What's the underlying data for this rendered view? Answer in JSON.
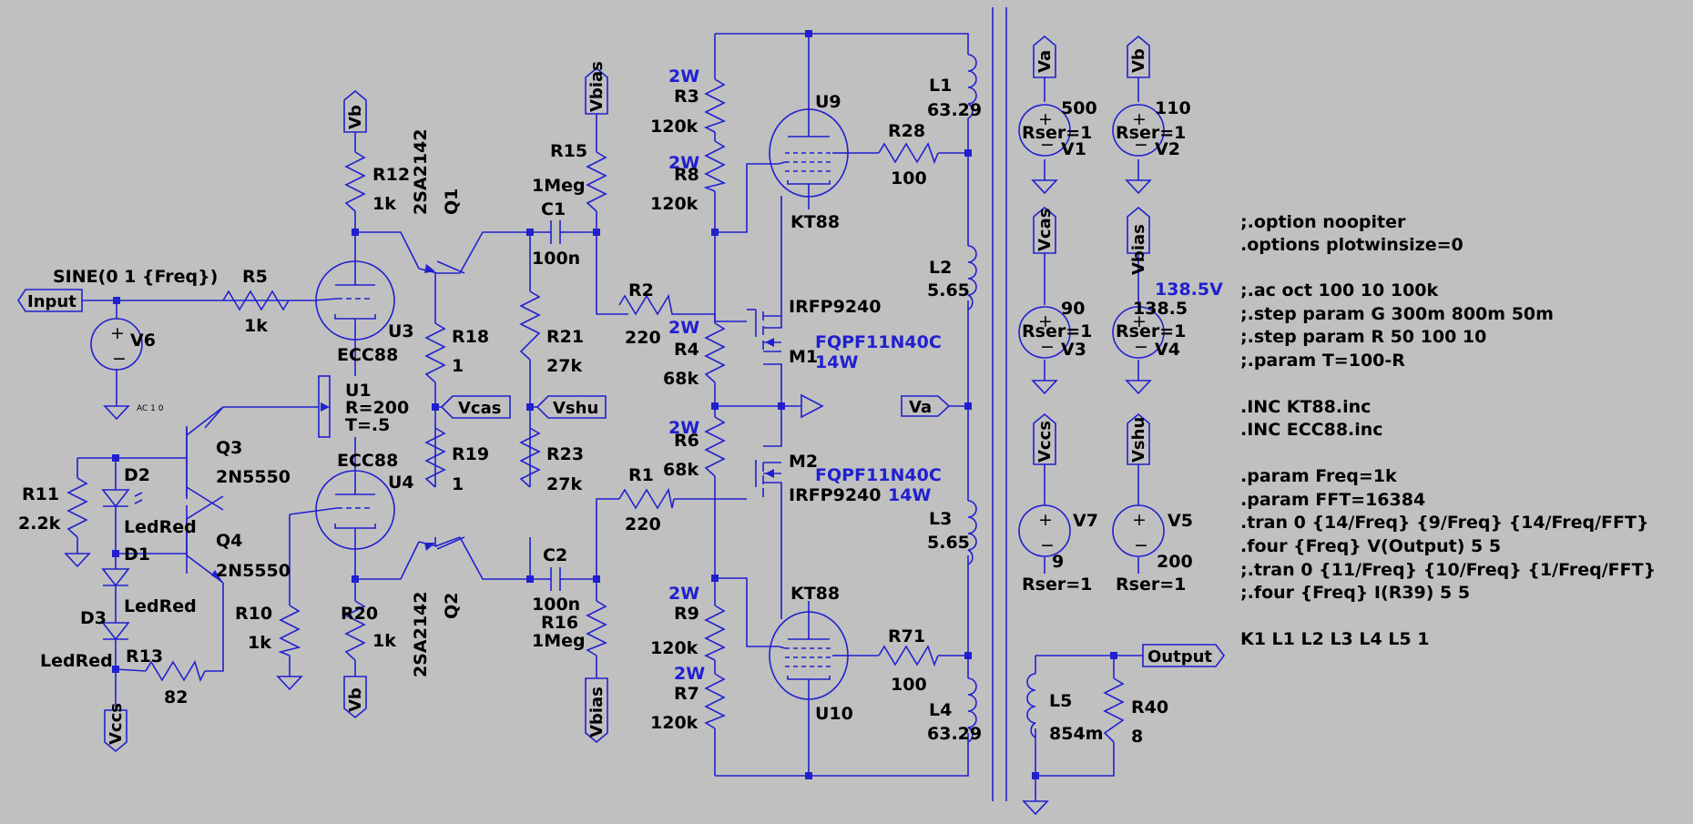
{
  "components": {
    "r12": {
      "name": "R12",
      "value": "1k"
    },
    "r5": {
      "name": "R5",
      "value": "1k"
    },
    "r11": {
      "name": "R11",
      "value": "2.2k"
    },
    "r13": {
      "name": "R13",
      "value": "82"
    },
    "r10": {
      "name": "R10",
      "value": "1k"
    },
    "r20": {
      "name": "R20",
      "value": "1k"
    },
    "r18": {
      "name": "R18",
      "value": "1"
    },
    "r19": {
      "name": "R19",
      "value": "1"
    },
    "r15": {
      "name": "R15",
      "value": "1Meg"
    },
    "r16": {
      "name": "R16",
      "value": "1Meg"
    },
    "r21": {
      "name": "R21",
      "value": "27k"
    },
    "r23": {
      "name": "R23",
      "value": "27k"
    },
    "r2": {
      "name": "R2",
      "value": "220"
    },
    "r1": {
      "name": "R1",
      "value": "220"
    },
    "r3": {
      "name": "R3",
      "value": "120k",
      "power": "2W"
    },
    "r8": {
      "name": "R8",
      "value": "120k",
      "power": "2W"
    },
    "r4": {
      "name": "R4",
      "value": "68k",
      "power": "2W"
    },
    "r6": {
      "name": "R6",
      "value": "68k",
      "power": "2W"
    },
    "r9": {
      "name": "R9",
      "value": "120k",
      "power": "2W"
    },
    "r7": {
      "name": "R7",
      "value": "120k",
      "power": "2W"
    },
    "r28": {
      "name": "R28",
      "value": "100"
    },
    "r71": {
      "name": "R71",
      "value": "100"
    },
    "r40": {
      "name": "R40",
      "value": "8"
    },
    "c1": {
      "name": "C1",
      "value": "100n"
    },
    "c2": {
      "name": "C2",
      "value": "100n"
    },
    "u1": {
      "name": "U1",
      "r": "R=200",
      "t": "T=.5"
    },
    "u3": {
      "name": "U3",
      "model": "ECC88"
    },
    "u4": {
      "name": "U4",
      "model": "ECC88"
    },
    "u9": {
      "name": "U9",
      "model": "KT88"
    },
    "u10": {
      "name": "U10",
      "model": "KT88"
    },
    "q1": {
      "name": "Q1",
      "model": "2SA2142"
    },
    "q2": {
      "name": "Q2",
      "model": "2SA2142"
    },
    "q3": {
      "name": "Q3",
      "model": "2N5550"
    },
    "q4": {
      "name": "Q4",
      "model": "2N5550"
    },
    "d1": {
      "name": "D1",
      "model": "LedRed"
    },
    "d2": {
      "name": "D2",
      "model": "LedRed"
    },
    "d3": {
      "name": "D3",
      "model": "LedRed"
    },
    "m1": {
      "name": "M1",
      "model": "IRFP9240",
      "alt": "FQPF11N40C",
      "power": "14W"
    },
    "m2": {
      "name": "M2",
      "model": "IRFP9240",
      "alt": "FQPF11N40C",
      "power": "14W"
    },
    "l1": {
      "name": "L1",
      "value": "63.29"
    },
    "l2": {
      "name": "L2",
      "value": "5.65"
    },
    "l3": {
      "name": "L3",
      "value": "5.65"
    },
    "l4": {
      "name": "L4",
      "value": "63.29"
    },
    "l5": {
      "name": "L5",
      "value": "854m"
    },
    "v6": {
      "name": "V6",
      "sine": "SINE(0 1 {Freq})",
      "ac": "AC 1 0"
    },
    "v1": {
      "name": "V1",
      "value": "500",
      "rser": "Rser=1"
    },
    "v2": {
      "name": "V2",
      "value": "110",
      "rser": "Rser=1"
    },
    "v3": {
      "name": "V3",
      "value": "90",
      "rser": "Rser=1"
    },
    "v4": {
      "name": "V4",
      "value": "138.5",
      "rser": "Rser=1",
      "probe": "138.5V"
    },
    "v7": {
      "name": "V7",
      "value": "9",
      "rser": "Rser=1"
    },
    "v5": {
      "name": "V5",
      "value": "200",
      "rser": "Rser=1"
    }
  },
  "nets": {
    "input": "Input",
    "output": "Output",
    "va": "Va",
    "vb": "Vb",
    "vbias": "Vbias",
    "vcas": "Vcas",
    "vshu": "Vshu",
    "vccs": "Vccs"
  },
  "directives": [
    ";.option noopiter",
    ".options plotwinsize=0",
    "",
    ";.ac oct 100 10 100k",
    ";.step param G 300m 800m 50m",
    ";.step param R 50 100 10",
    ";.param T=100-R",
    "",
    ".INC KT88.inc",
    ".INC ECC88.inc",
    "",
    ".param Freq=1k",
    ".param FFT=16384",
    ".tran 0 {14/Freq} {9/Freq} {14/Freq/FFT}",
    ".four {Freq} V(Output) 5 5",
    ";.tran 0 {11/Freq} {10/Freq} {1/Freq/FFT}",
    ";.four {Freq} I(R39) 5 5",
    "",
    "K1 L1 L2 L3 L4 L5 1"
  ]
}
